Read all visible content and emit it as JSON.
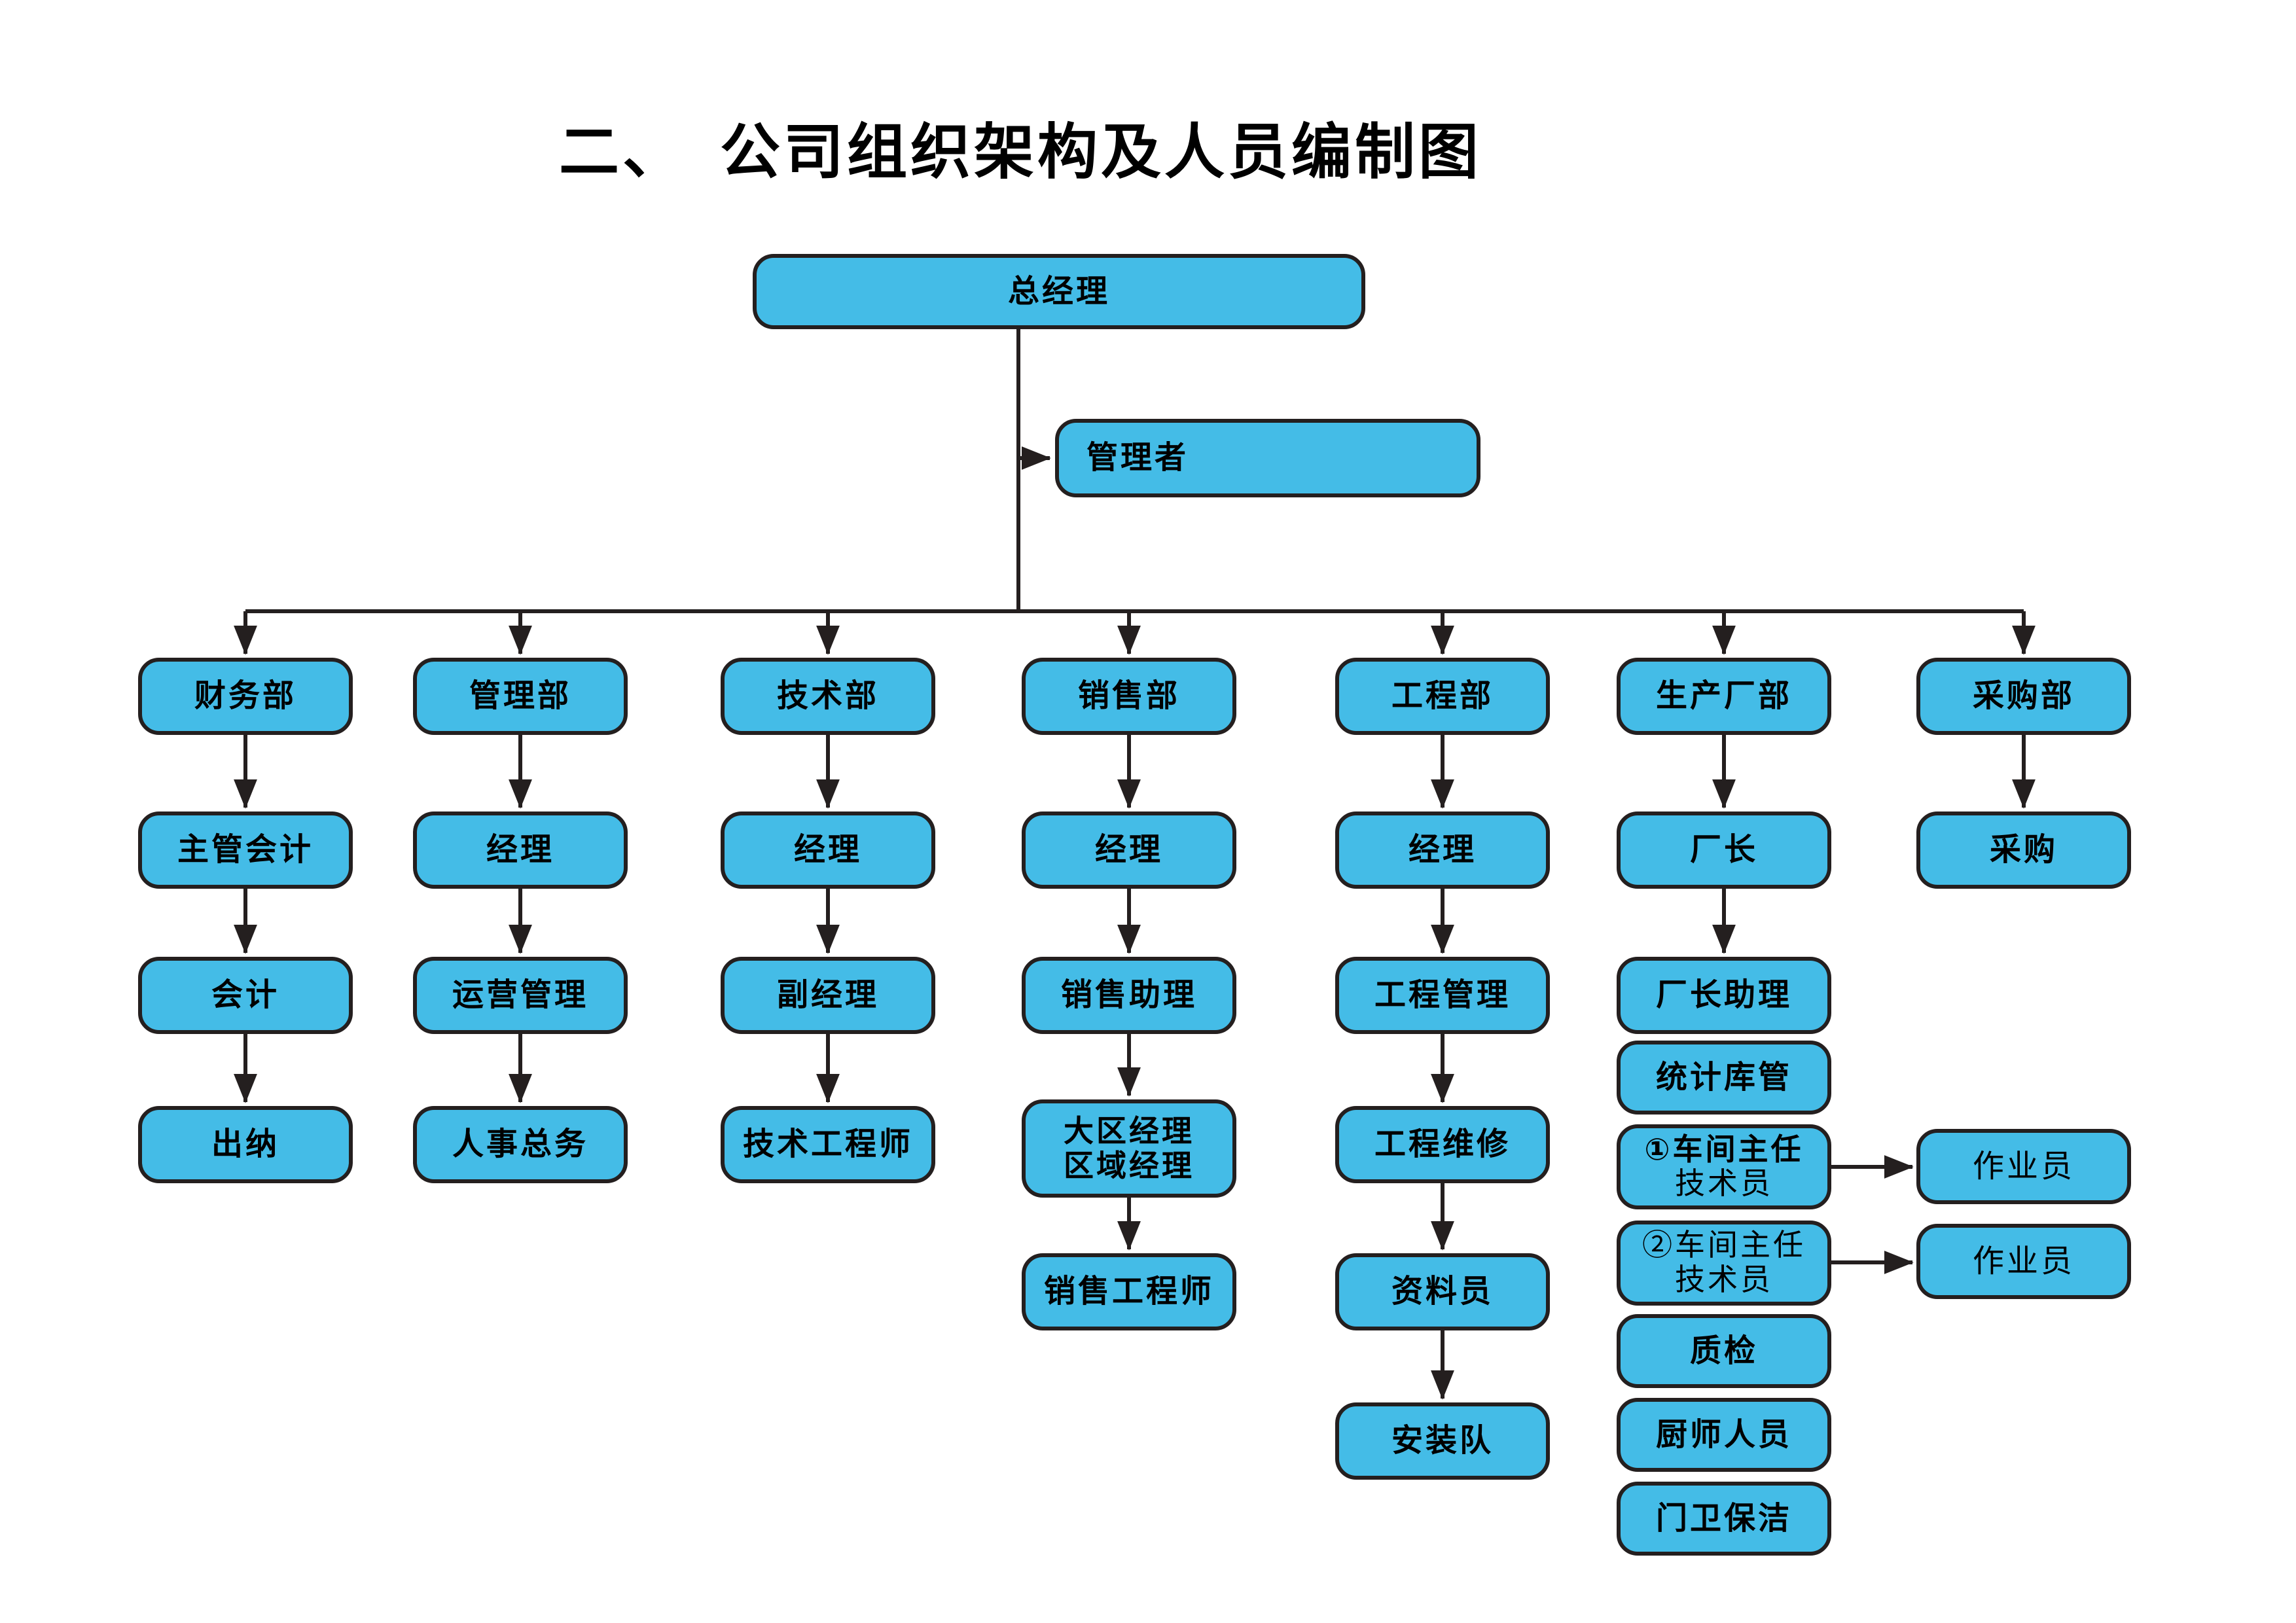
{
  "title": {
    "prefix": "二、",
    "text": "公司组织架构及人员编制图"
  },
  "nodes": {
    "general_manager": "总经理",
    "manager": "管理者",
    "finance_dept": "财务部",
    "chief_accountant": "主管会计",
    "accountant": "会计",
    "cashier": "出纳",
    "admin_dept": "管理部",
    "admin_manager": "经理",
    "operations": "运营管理",
    "hr_general_affairs": "人事总务",
    "tech_dept": "技术部",
    "tech_manager": "经理",
    "deputy_manager": "副经理",
    "tech_engineer": "技术工程师",
    "sales_dept": "销售部",
    "sales_manager": "经理",
    "sales_assistant": "销售助理",
    "regional_manager_line1": "大区经理",
    "regional_manager_line2": "区域经理",
    "sales_engineer": "销售工程师",
    "eng_dept": "工程部",
    "eng_manager": "经理",
    "eng_management": "工程管理",
    "eng_maintenance": "工程维修",
    "document_clerk": "资料员",
    "installation_team": "安装队",
    "production_dept": "生产厂部",
    "factory_director": "厂长",
    "director_assistant": "厂长助理",
    "stats_warehouse": "统计库管",
    "workshop1_line1": "①车间主任",
    "workshop1_line2": "技术员",
    "workshop2_line1": "②车间主任",
    "workshop2_line2": "技术员",
    "quality_inspection": "质检",
    "kitchen_staff": "厨师人员",
    "gate_cleaning": "门卫保洁",
    "procurement_dept": "采购部",
    "procurement": "采购",
    "operator_1": "作业员",
    "operator_2": "作业员"
  },
  "colors": {
    "box_fill": "#44bce7",
    "box_border": "#241f1f",
    "connector": "#241f1f",
    "text": "#000000",
    "background": "#ffffff"
  }
}
